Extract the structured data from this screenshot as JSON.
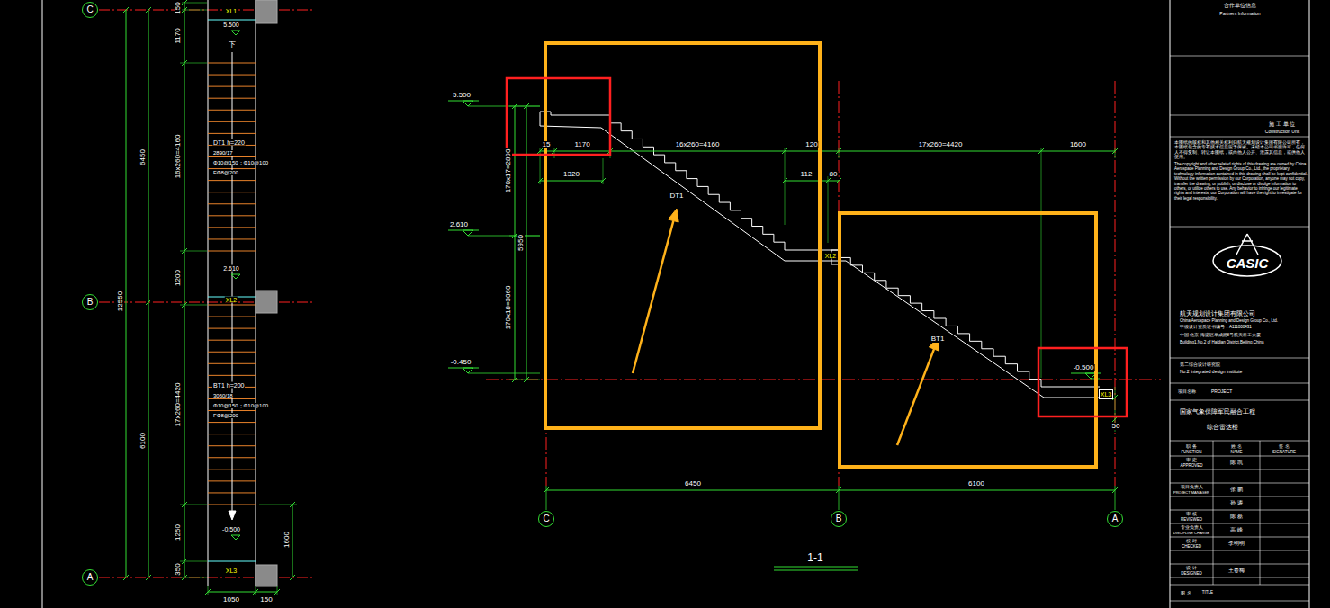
{
  "diagram": {
    "caption": "1-1",
    "nodes": [
      {
        "text": [
          "C"
        ]
      },
      {
        "text": [
          "B"
        ]
      },
      {
        "text": [
          "A"
        ]
      },
      {
        "text": [
          "C"
        ]
      },
      {
        "text": [
          "B"
        ]
      },
      {
        "text": [
          "A"
        ]
      },
      {
        "text": [
          "XL3"
        ]
      }
    ],
    "labels": [
      "150",
      "1170",
      "16x260=4160",
      "1200",
      "17x260=4420",
      "1250",
      "350",
      "6450",
      "12550",
      "6100",
      "1600",
      "XL1",
      "5.500",
      "下",
      "DT1 h=220",
      "2890/17",
      "Φ10@150；Φ10@100",
      "FΦ8@200",
      "2.610",
      "XL2",
      "BT1 h=200",
      "3060/18",
      "Φ10@150；Φ10@100",
      "FΦ8@200",
      "-0.500",
      "XL3",
      "1050",
      "150",
      "5.500",
      "2.610",
      "-0.450",
      "170x17=2890",
      "5950",
      "170x18=3060",
      "15",
      "1170",
      "1320",
      "16x260=4160",
      "120",
      "112",
      "80",
      "DT1",
      "17x260=4420",
      "1600",
      "XL2",
      "BT1",
      "-0.500",
      "50",
      "6450",
      "6100",
      "合作单位信息",
      "Partners Information",
      "施 工 单 位",
      "Construction Unit",
      "本图纸的版权和其他相关权利归航天规划设计集团有限公司所有，本图纸包含的专有技术信息应予保密。未经本公司书面许可，任何人不得复制、转让本图纸，或向他人公开、泄露其信息，或供他人使用。",
      "The copyright and other related rights of this drawing are owned by China Aerospace Planning and Design Group Co., Ltd., the proprietary technology information contained in this drawing shall be kept confidential. Without the written permission by our Corporation, anyone may not copy, transfer the drawing, or publish, or disclose or divulge information to others, or utilize others to use. Any behavior to infringe our legitimate rights and interests, our Corporation will have the right to investigate for their legal responsibility.",
      "CASIC",
      "航天规划设计集团有限公司",
      "China Aerospace Planning and Design Group Co., Ltd.",
      "甲级设计资质证书编号：A111000431",
      "中国 北京 海淀区阜成路8号航天科工大厦",
      "Building1,No.2 of Haidian District,Beijing,China",
      "第二综合设计研究院",
      "No.2 Integrated design institute",
      "项目名称",
      "PROJECT",
      "国家气象保障军民融合工程",
      "综合雷达楼",
      "职 务",
      "FUNCTION",
      "姓 名",
      "NAME",
      "签 名",
      "SIGNATURE",
      "审 定",
      "APPROVED",
      "陈 凯",
      "项目负责人",
      "PROJECT MANAGER",
      "张 鹏",
      "孙 涛",
      "审 核",
      "REVIEWED",
      "陈 磊",
      "专业负责人",
      "DISCIPLINE CHARGE",
      "高 峰",
      "校 对",
      "CHECKED",
      "李明明",
      "设 计",
      "DESIGNED",
      "王春梅",
      "图 名",
      "TITLE"
    ]
  }
}
